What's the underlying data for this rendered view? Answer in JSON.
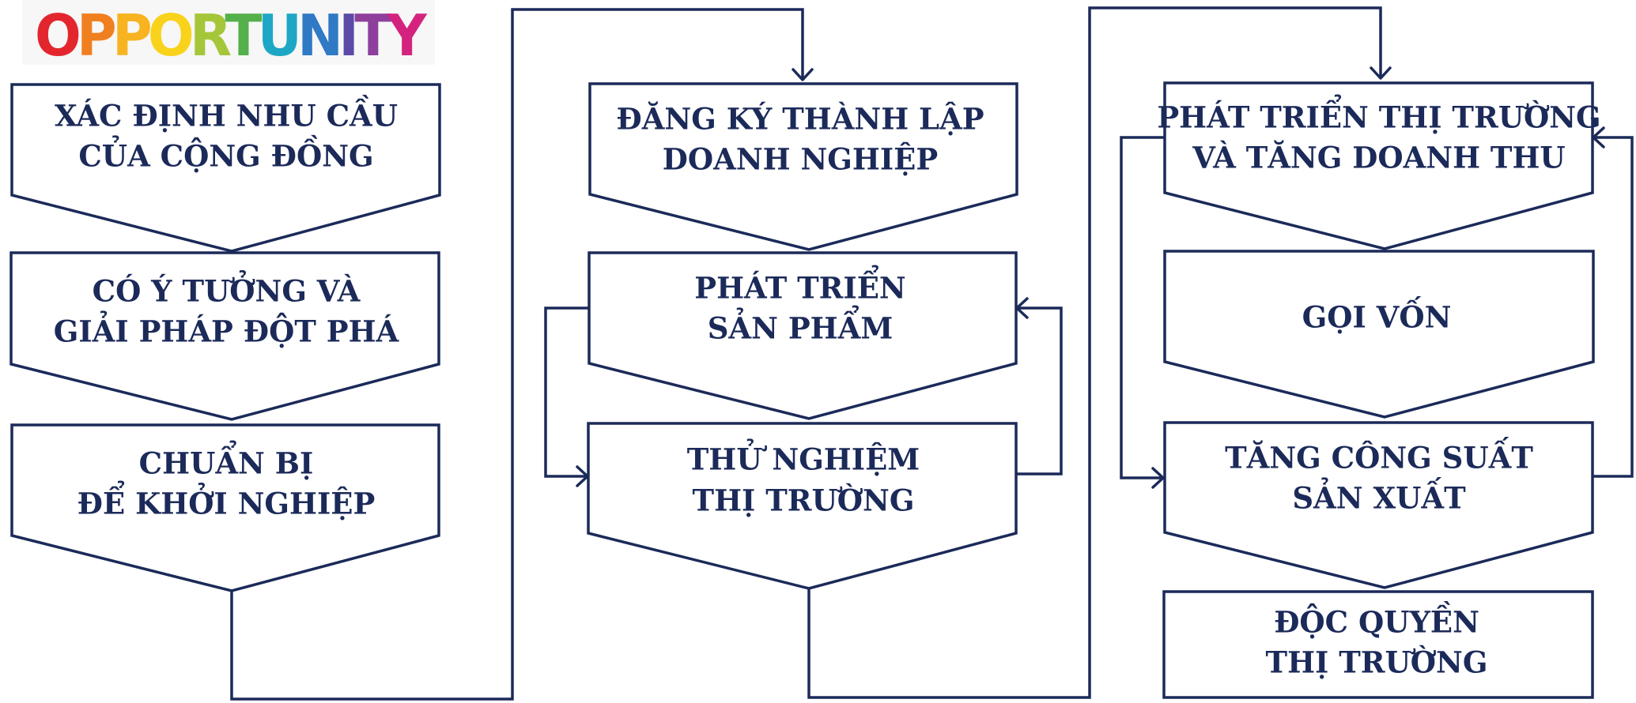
{
  "logo": {
    "text": "OPPORTUNITY",
    "letter_colors": [
      "#e3262d",
      "#f07f1f",
      "#f7b320",
      "#f9d31b",
      "#a6c63a",
      "#54b04a",
      "#1ea7c4",
      "#2f79c5",
      "#5b4aa7",
      "#8e3f9c",
      "#d4237f"
    ]
  },
  "steps": [
    {
      "id": "xac-dinh-nhu-cau",
      "lines": [
        "XÁC ĐỊNH NHU CẦU",
        "CỦA CỘNG ĐỒNG"
      ]
    },
    {
      "id": "co-y-tuong",
      "lines": [
        "CÓ Ý TƯỞNG VÀ",
        "GIẢI PHÁP ĐỘT PHÁ"
      ]
    },
    {
      "id": "chuan-bi",
      "lines": [
        "CHUẨN BỊ",
        "ĐỂ KHỞI NGHIỆP"
      ]
    },
    {
      "id": "dang-ky",
      "lines": [
        "ĐĂNG KÝ THÀNH LẬP",
        "DOANH NGHIỆP"
      ]
    },
    {
      "id": "phat-trien-san-pham",
      "lines": [
        "PHÁT TRIỂN",
        "SẢN PHẨM"
      ]
    },
    {
      "id": "thu-nghiem",
      "lines": [
        "THỬ NGHIỆM",
        "THỊ TRƯỜNG"
      ]
    },
    {
      "id": "phat-trien-thi-truong",
      "lines": [
        "PHÁT TRIỂN THỊ TRƯỜNG",
        "VÀ TĂNG DOANH THU"
      ]
    },
    {
      "id": "goi-von",
      "lines": [
        "GỌI VỐN"
      ]
    },
    {
      "id": "tang-cong-suat",
      "lines": [
        "TĂNG CÔNG SUẤT",
        "SẢN XUẤT"
      ]
    },
    {
      "id": "doc-quyen",
      "lines": [
        "ĐỘC QUYỀN",
        "THỊ TRƯỜNG"
      ]
    }
  ],
  "colors": {
    "stroke": "#1b2a59",
    "text": "#1b2a59",
    "background": "#ffffff"
  }
}
